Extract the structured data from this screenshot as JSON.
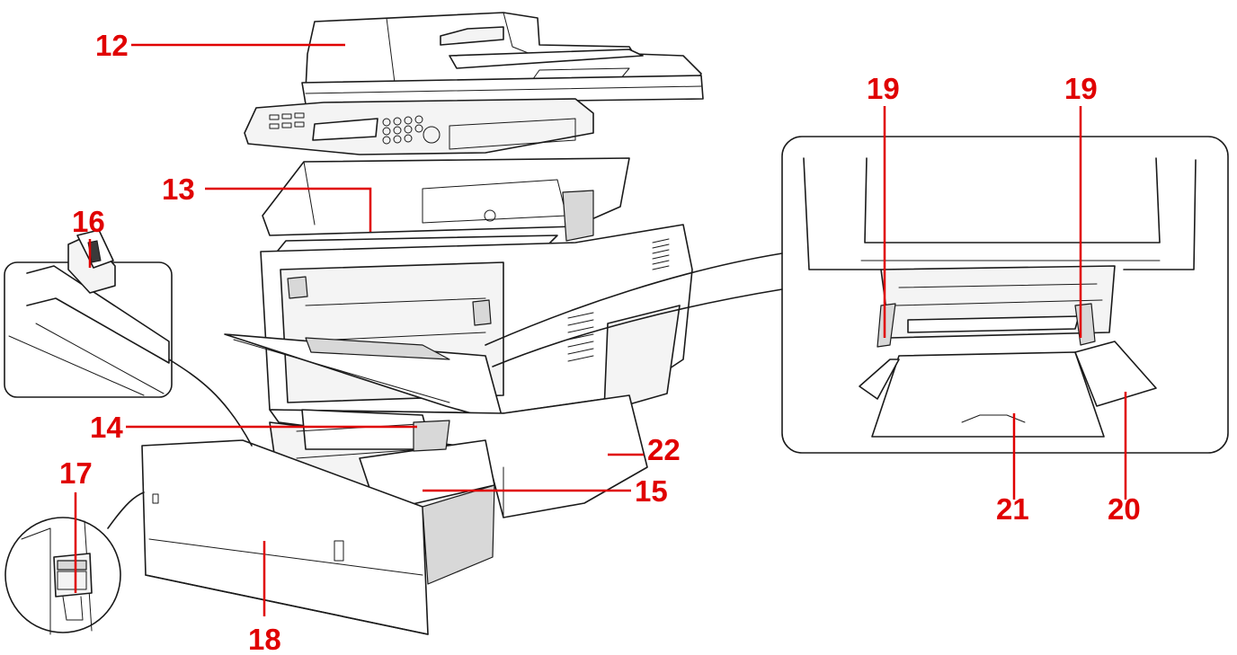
{
  "colors": {
    "callout": "#e00000",
    "line_art": "#1a1a1a",
    "background": "#ffffff"
  },
  "callouts": [
    {
      "id": "12",
      "label": "12"
    },
    {
      "id": "13",
      "label": "13"
    },
    {
      "id": "14",
      "label": "14"
    },
    {
      "id": "15",
      "label": "15"
    },
    {
      "id": "16",
      "label": "16"
    },
    {
      "id": "17",
      "label": "17"
    },
    {
      "id": "18",
      "label": "18"
    },
    {
      "id": "19a",
      "label": "19"
    },
    {
      "id": "19b",
      "label": "19"
    },
    {
      "id": "20",
      "label": "20"
    },
    {
      "id": "21",
      "label": "21"
    },
    {
      "id": "22",
      "label": "22"
    }
  ],
  "icons": {
    "main": "multifunction-printer-illustration",
    "inset_guide": "paper-width-guide-detail",
    "inset_size_dial": "size-dial-detail",
    "inset_bypass": "multi-purpose-tray-detail"
  }
}
